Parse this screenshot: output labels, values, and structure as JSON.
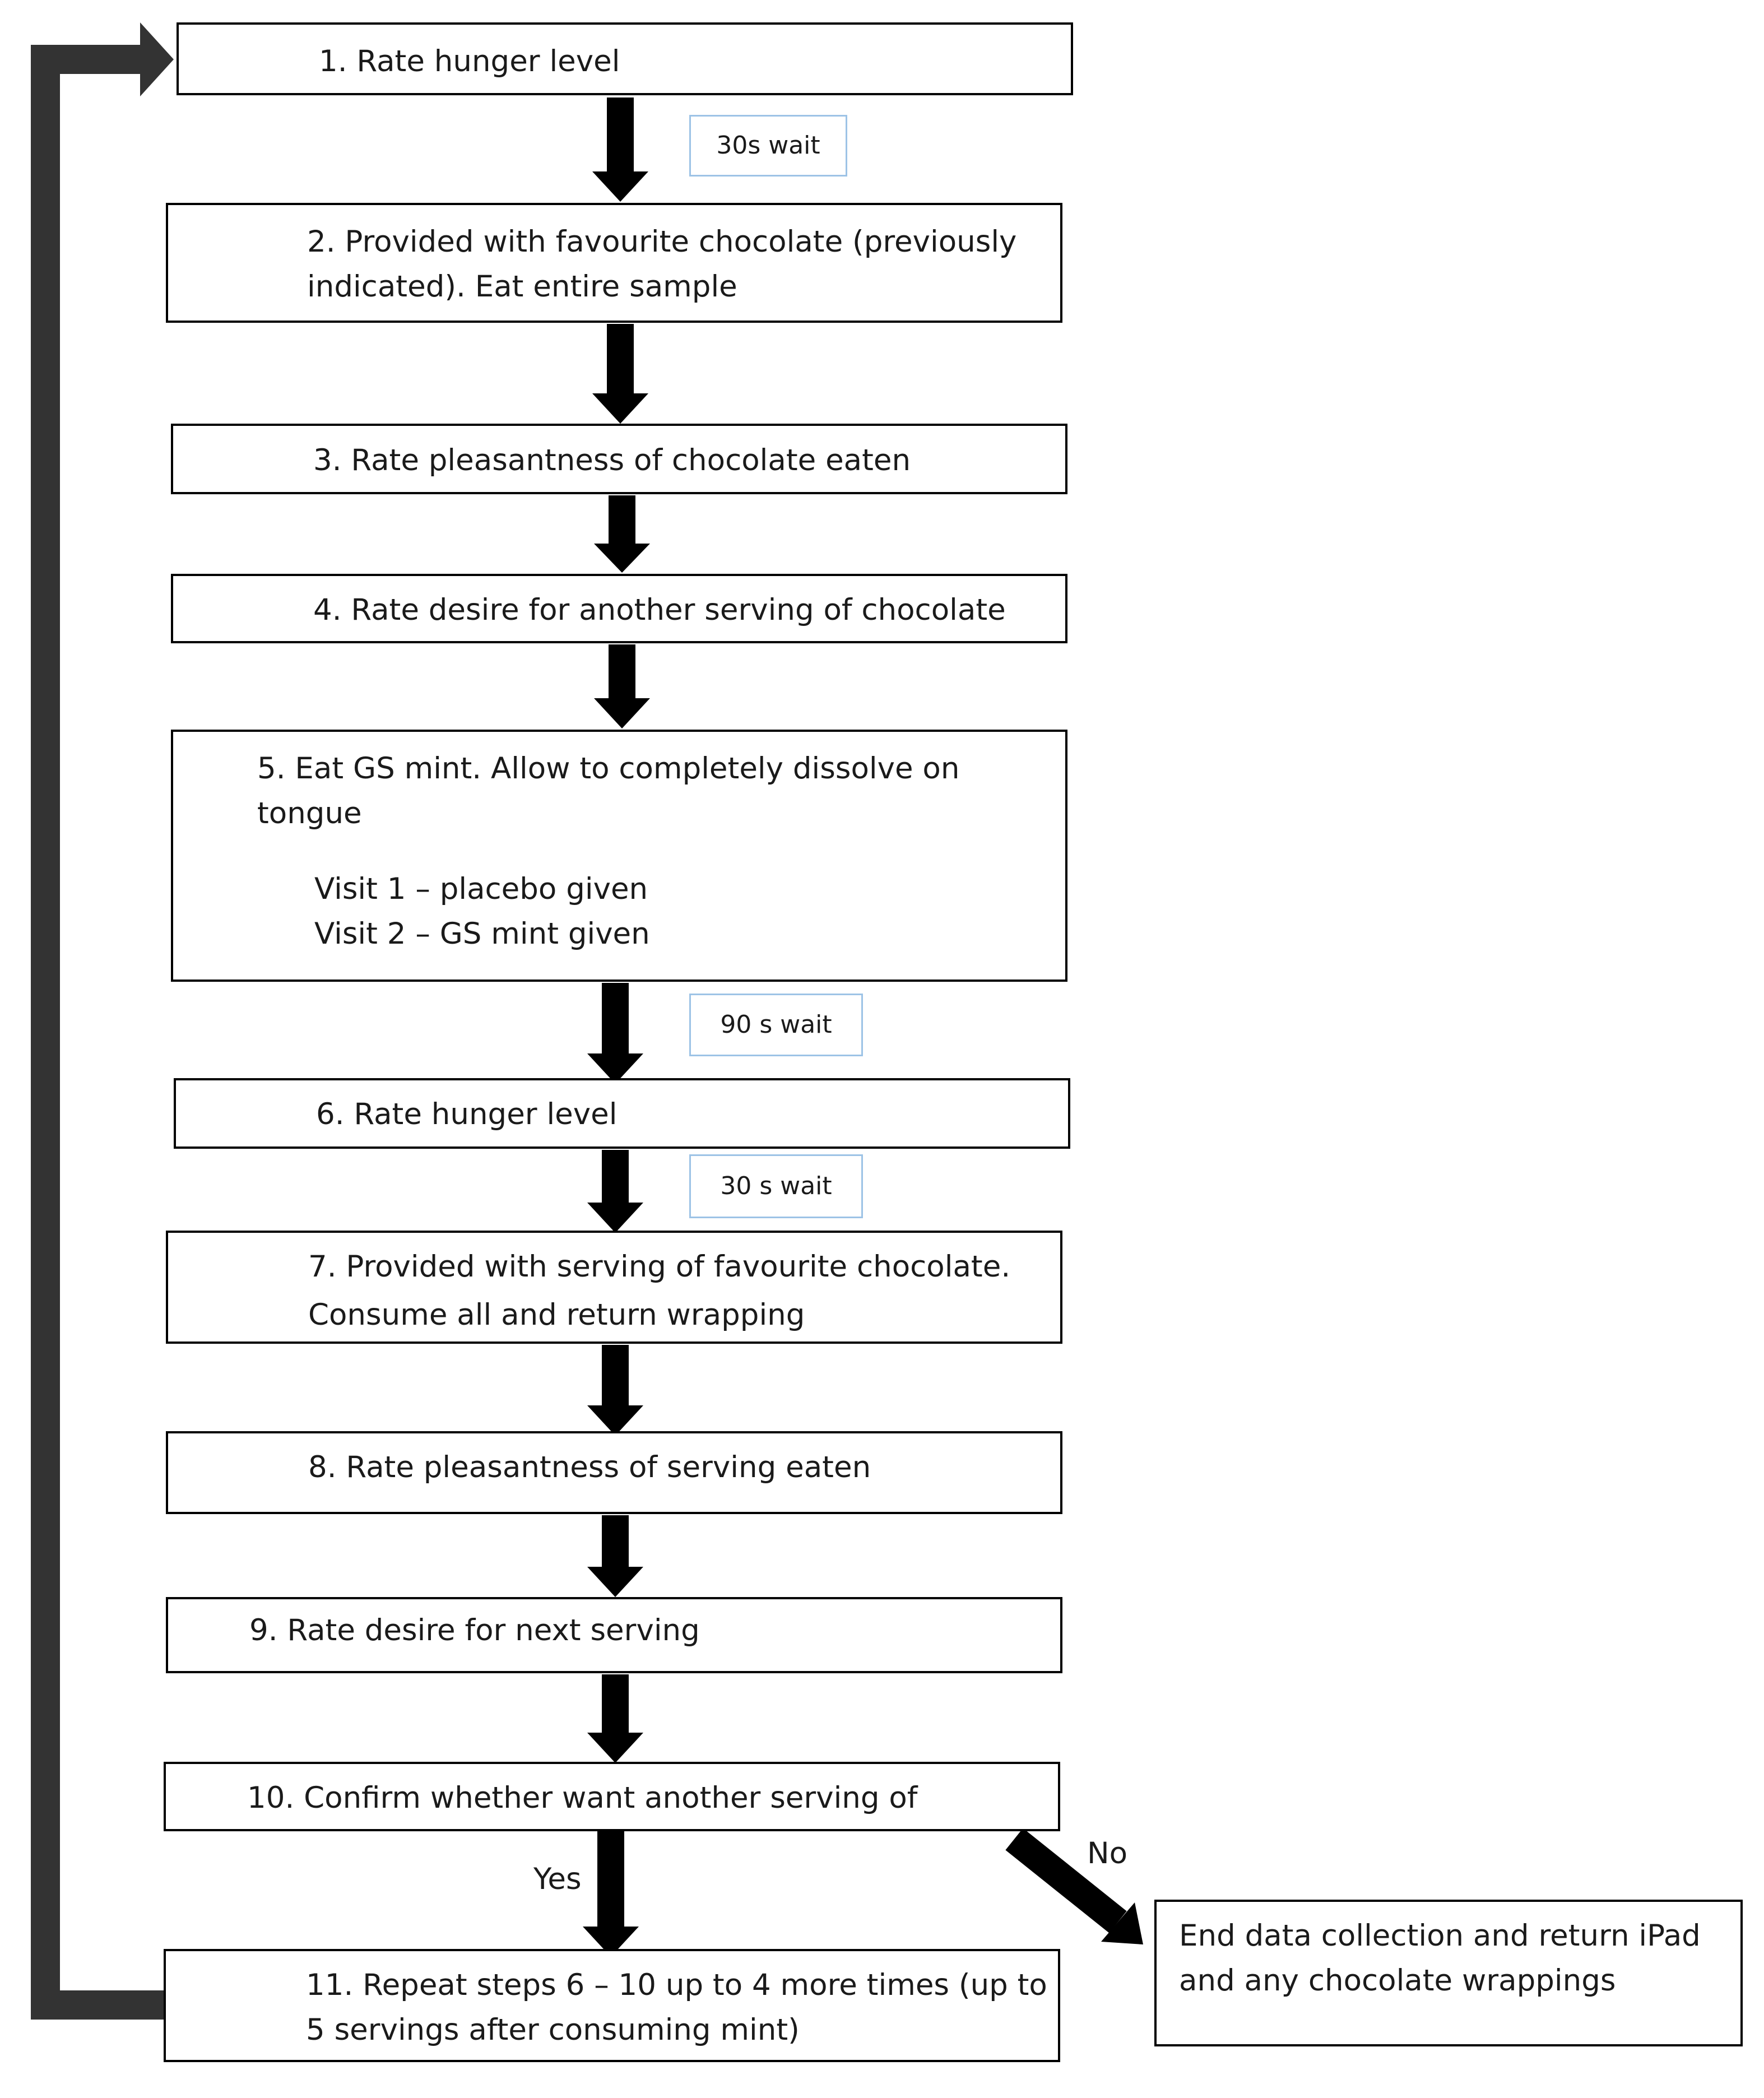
{
  "steps": {
    "s1": "1.    Rate hunger level",
    "s2": {
      "line1": "2. Provided with favourite chocolate (previously",
      "line2": "indicated). Eat entire sample"
    },
    "s3": "3. Rate pleasantness of chocolate eaten",
    "s4": "4. Rate desire for another serving of chocolate",
    "s5": {
      "line1": "5. Eat GS mint. Allow to completely dissolve on",
      "line2": "tongue",
      "line3": "Visit 1 – placebo given",
      "line4": "Visit 2 – GS mint given"
    },
    "s6": "6. Rate hunger level",
    "s7": {
      "line1": "7. Provided with serving of favourite chocolate.",
      "line2": "Consume all and return wrapping"
    },
    "s8": "8. Rate pleasantness of serving eaten",
    "s9": "9. Rate desire for next serving",
    "s10": "10. Confirm whether want another serving of",
    "s11": {
      "line1": "11. Repeat steps 6 – 10 up to 4 more times (up to",
      "line2": "5 servings after consuming mint)"
    },
    "end": {
      "line1": "End data collection and return iPad",
      "line2": "and any chocolate wrappings"
    }
  },
  "waits": {
    "w1": "30s wait",
    "w2": "90 s wait",
    "w3": "30 s wait"
  },
  "branches": {
    "yes": "Yes",
    "no": "No"
  },
  "colors": {
    "box_border": "#000000",
    "arrow": "#000000",
    "loop_arrow": "#333333",
    "wait_border": "#9dc3e6"
  }
}
